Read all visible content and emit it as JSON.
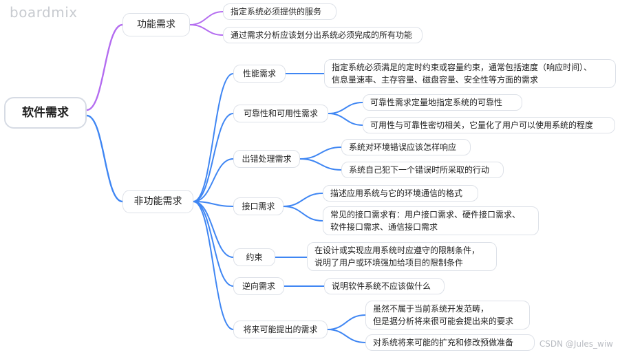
{
  "watermark": "boardmix",
  "credit": "CSDN @Jules_wiw",
  "colors": {
    "branch_functional": "#b46cf0",
    "branch_nonfunctional": "#3f86f3"
  },
  "root": "软件需求",
  "functional": {
    "label": "功能需求",
    "items": [
      "指定系统必须提供的服务",
      "通过需求分析应该划分出系统必须完成的所有功能"
    ]
  },
  "nonfunctional": {
    "label": "非功能需求",
    "children": [
      {
        "label": "性能需求",
        "items": [
          "指定系统必须满足的定时约束或容量约束，通常包括速度（响应时间）、\n信息量速率、主存容量、磁盘容量、安全性等方面的需求"
        ]
      },
      {
        "label": "可靠性和可用性需求",
        "items": [
          "可靠性需求定量地指定系统的可靠性",
          "可用性与可靠性密切相关，它量化了用户可以使用系统的程度"
        ]
      },
      {
        "label": "出错处理需求",
        "items": [
          "系统对环境错误应该怎样响应",
          "系统自己犯下一个错误时所采取的行动"
        ]
      },
      {
        "label": "接口需求",
        "items": [
          "描述应用系统与它的环境通信的格式",
          "常见的接口需求有：用户接口需求、硬件接口需求、\n软件接口需求、通信接口需求"
        ]
      },
      {
        "label": "约束",
        "items": [
          "在设计或实现应用系统时应遵守的限制条件，\n说明了用户或环境强加给项目的限制条件"
        ]
      },
      {
        "label": "逆向需求",
        "items": [
          "说明软件系统不应该做什么"
        ]
      },
      {
        "label": "将来可能提出的需求",
        "items": [
          "虽然不属于当前系统开发范畴，\n但是据分析将来很可能会提出来的要求",
          "对系统将来可能的扩充和修改预做准备"
        ]
      }
    ]
  }
}
